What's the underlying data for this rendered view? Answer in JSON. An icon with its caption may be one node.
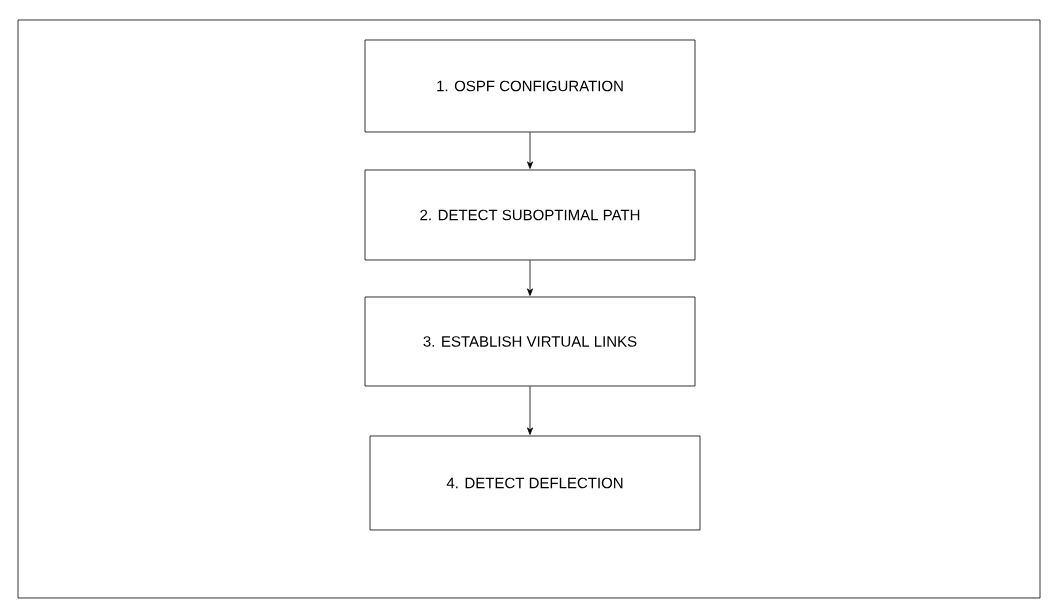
{
  "diagram": {
    "nodes": [
      {
        "text": [
          "1. OSPF CONFIGURATION"
        ]
      },
      {
        "text": [
          "2. DETECT SUBOPTIMAL PATH"
        ]
      },
      {
        "text": [
          "3. ESTABLISH VIRTUAL LINKS"
        ]
      },
      {
        "text": [
          "4. DETECT DEFLECTION"
        ]
      }
    ],
    "edges": [
      {
        "from": 0,
        "to": 1,
        "arrow": "to"
      },
      {
        "from": 1,
        "to": 2,
        "arrow": "to"
      },
      {
        "from": 2,
        "to": 3,
        "arrow": "to"
      }
    ]
  }
}
